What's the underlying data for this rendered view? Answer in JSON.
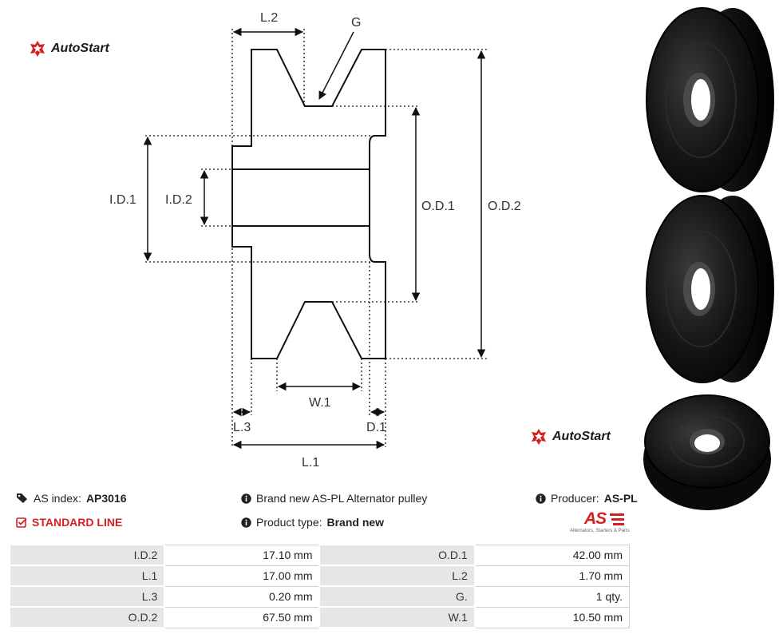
{
  "brand": {
    "logo_text": "AutoStart"
  },
  "drawing": {
    "labels": {
      "l2": "L.2",
      "g": "G",
      "id1": "I.D.1",
      "id2": "I.D.2",
      "od1": "O.D.1",
      "od2": "O.D.2",
      "w1": "W.1",
      "l3": "L.3",
      "d1": "D.1",
      "l1": "L.1"
    }
  },
  "info": {
    "as_index_label": "AS index:",
    "as_index_value": "AP3016",
    "standard_line": "STANDARD LINE",
    "description": "Brand new AS-PL Alternator pulley",
    "product_type_label": "Product type:",
    "product_type_value": "Brand new",
    "producer_label": "Producer:",
    "producer_value": "AS-PL",
    "producer_logo_tagline": "Alternators, Starters & Parts",
    "producer_logo_mark": "AS"
  },
  "specs": {
    "rows": [
      {
        "l_label": "I.D.2",
        "l_value": "17.10 mm",
        "r_label": "O.D.1",
        "r_value": "42.00 mm"
      },
      {
        "l_label": "L.1",
        "l_value": "17.00 mm",
        "r_label": "L.2",
        "r_value": "1.70 mm"
      },
      {
        "l_label": "L.3",
        "l_value": "0.20 mm",
        "r_label": "G.",
        "r_value": "1 qty."
      },
      {
        "l_label": "O.D.2",
        "l_value": "67.50 mm",
        "r_label": "W.1",
        "r_value": "10.50 mm"
      }
    ]
  },
  "colors": {
    "accent_red": "#d32020",
    "table_label_bg": "#e6e6e6"
  },
  "icons": [
    "tags-icon",
    "check-square-icon",
    "info-circle-icon"
  ]
}
